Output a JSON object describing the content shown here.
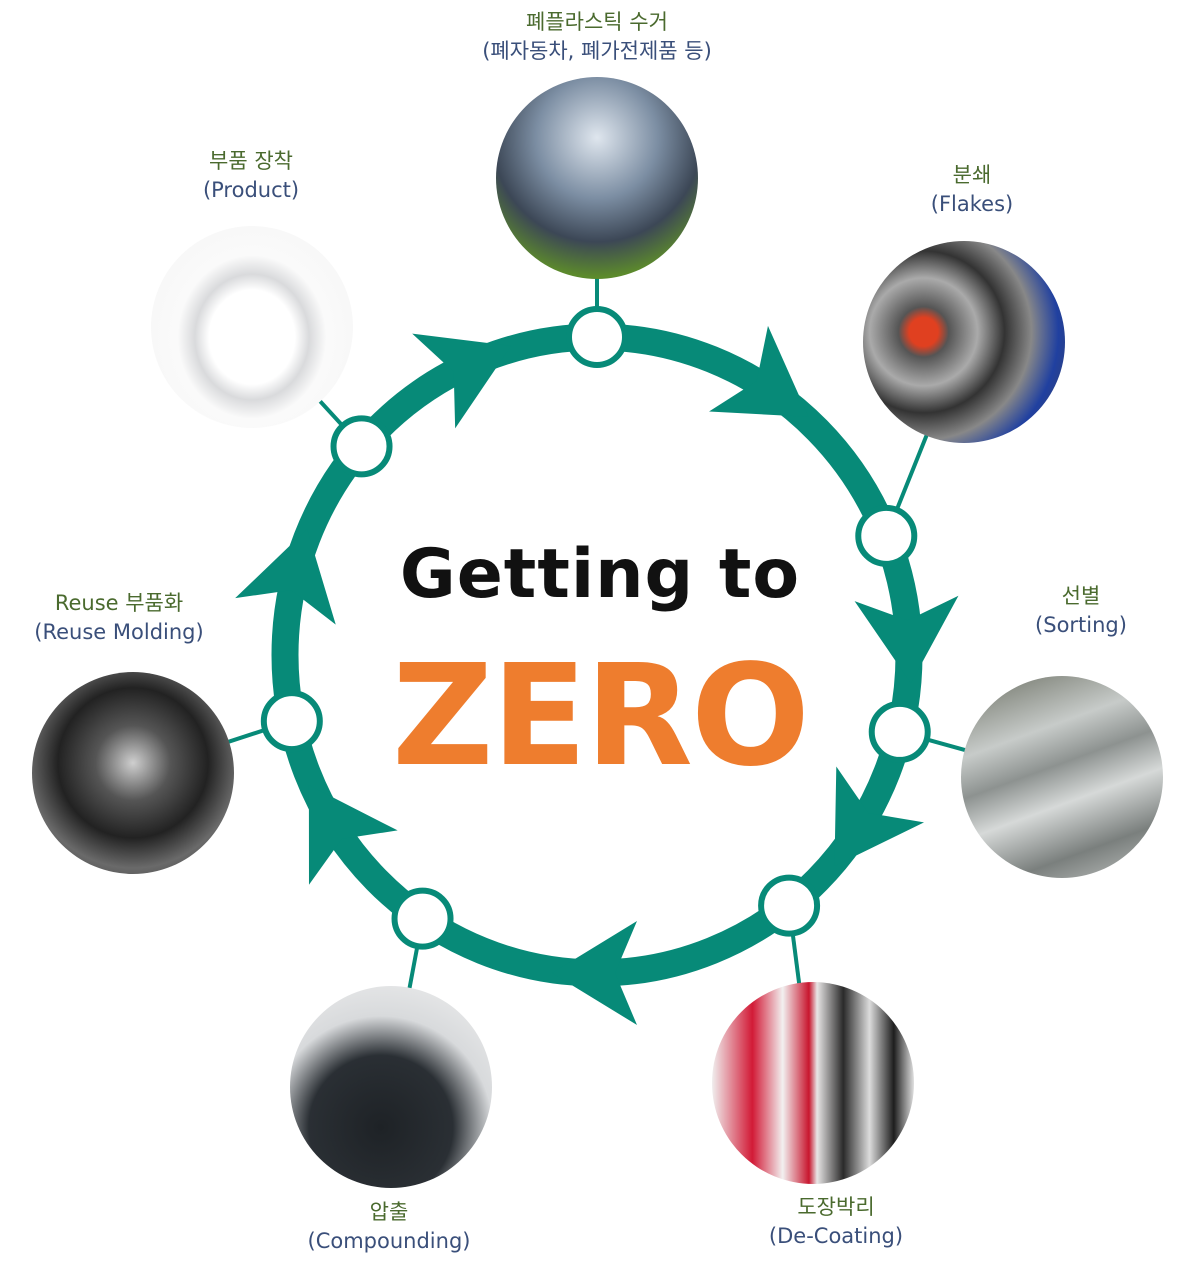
{
  "title": {
    "line1": "Getting to",
    "line2": "ZERO"
  },
  "colors": {
    "ring": "#078a78",
    "accent": "#ee7d2e",
    "korean_text": "#4a6a2e",
    "english_text": "#3a4f7a"
  },
  "steps": [
    {
      "ko": "폐플라스틱 수거",
      "en": "(폐자동차, 폐가전제품 등)",
      "image": "scrapped-bumpers-photo"
    },
    {
      "ko": "분쇄",
      "en": "(Flakes)",
      "image": "plastic-flakes-photo"
    },
    {
      "ko": "선별",
      "en": "(Sorting)",
      "image": "sorting-machine-photo"
    },
    {
      "ko": "도장박리",
      "en": "(De-Coating)",
      "image": "decoated-pieces-photo"
    },
    {
      "ko": "압출",
      "en": "(Compounding)",
      "image": "pellets-photo"
    },
    {
      "ko": "Reuse 부품화",
      "en": "(Reuse Molding)",
      "image": "mold-machine-photo"
    },
    {
      "ko": "부품 장착",
      "en": "(Product)",
      "image": "white-car-photo"
    }
  ]
}
